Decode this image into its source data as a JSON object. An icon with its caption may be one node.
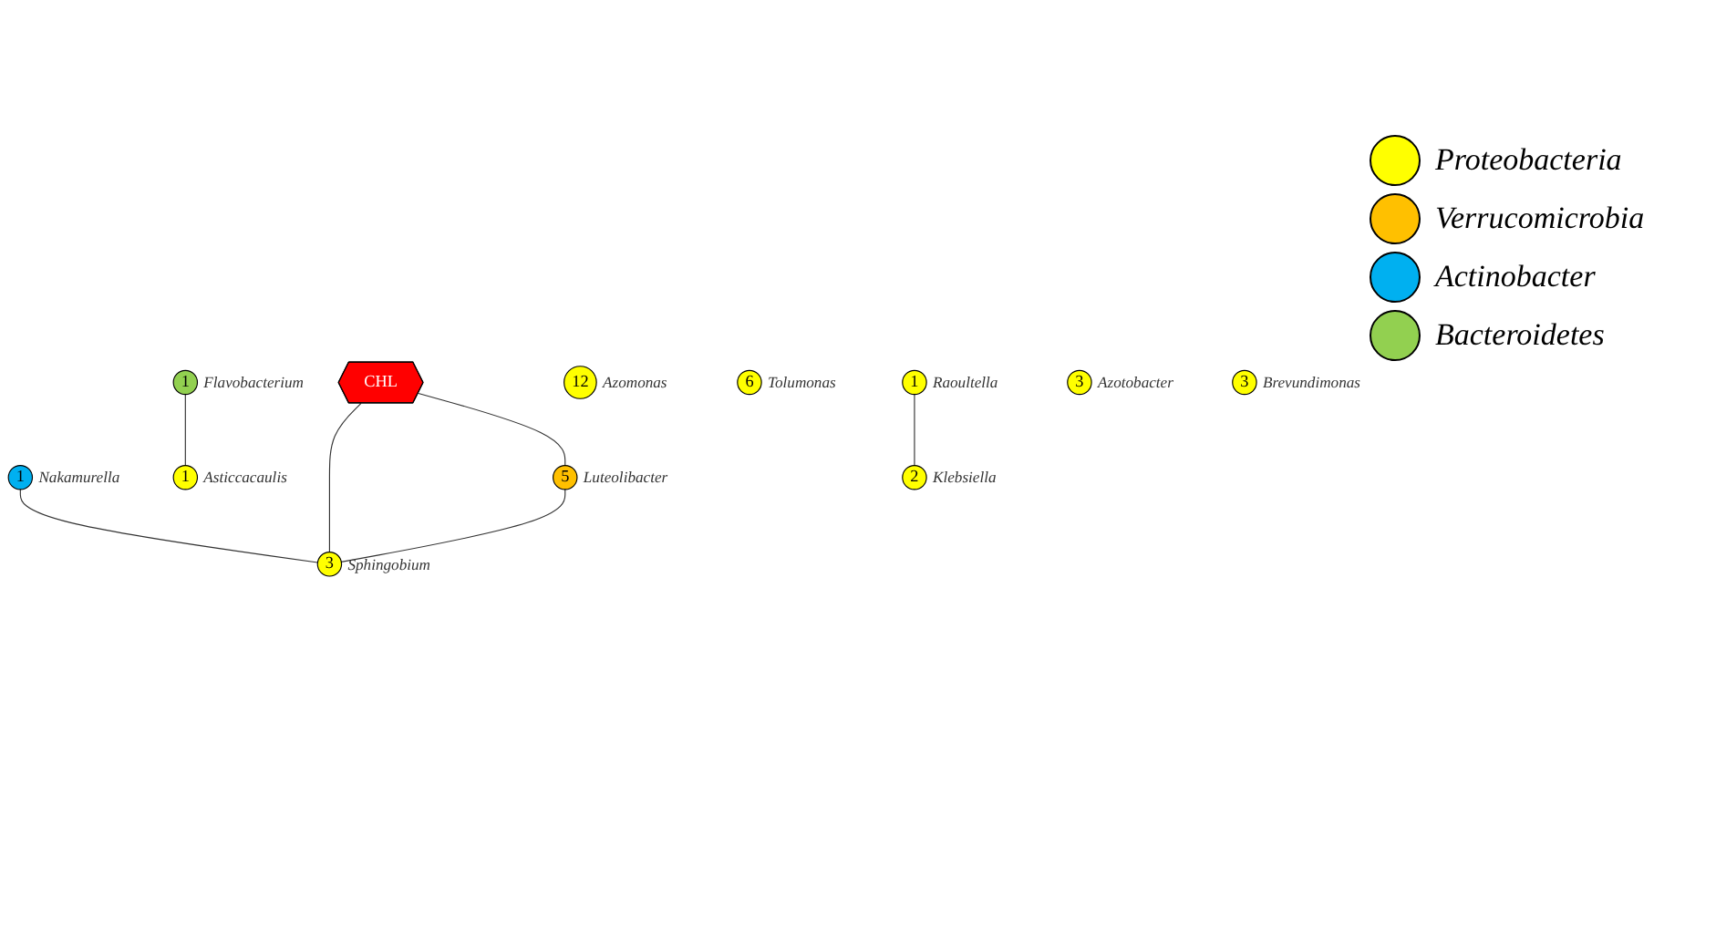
{
  "diagram": {
    "nodes": [
      {
        "text": [
          "CHL"
        ]
      },
      {
        "text": [
          "1"
        ],
        "beside": [
          "Flavobacterium"
        ]
      },
      {
        "text": [
          "12"
        ],
        "beside": [
          "Azomonas"
        ]
      },
      {
        "text": [
          "1"
        ],
        "beside": [
          "Nakamurella"
        ]
      },
      {
        "text": [
          "1"
        ],
        "beside": [
          "Asticcacaulis"
        ]
      },
      {
        "text": [
          "6"
        ],
        "beside": [
          "Tolumonas"
        ]
      },
      {
        "text": [
          "1"
        ],
        "beside": [
          "Raoultella"
        ]
      },
      {
        "text": [
          "5"
        ],
        "beside": [
          "Luteolibacter"
        ]
      },
      {
        "text": [
          "2"
        ],
        "beside": [
          "Klebsiella"
        ]
      },
      {
        "text": [
          "3"
        ],
        "beside": [
          "Azotobacter"
        ]
      },
      {
        "text": [
          "3"
        ],
        "beside": [
          "Brevundimonas"
        ]
      },
      {
        "text": [
          "3"
        ],
        "beside": [
          "Sphingobium"
        ]
      }
    ],
    "edges": [
      {
        "from": 1,
        "to": 4,
        "arrow": "none"
      },
      {
        "from": 3,
        "to": 11,
        "arrow": "none"
      },
      {
        "from": 0,
        "to": 11,
        "arrow": "none"
      },
      {
        "from": 0,
        "to": 7,
        "arrow": "none"
      },
      {
        "from": 7,
        "to": 11,
        "arrow": "none"
      },
      {
        "from": 6,
        "to": 8,
        "arrow": "none"
      }
    ],
    "legend": [
      {
        "text": "Proteobacteria",
        "color": "#ffff00"
      },
      {
        "text": "Verrucomicrobia",
        "color": "#ffc000"
      },
      {
        "text": "Actinobacter",
        "color": "#00b0f0"
      },
      {
        "text": "Bacteroidetes",
        "color": "#92d050"
      }
    ]
  }
}
